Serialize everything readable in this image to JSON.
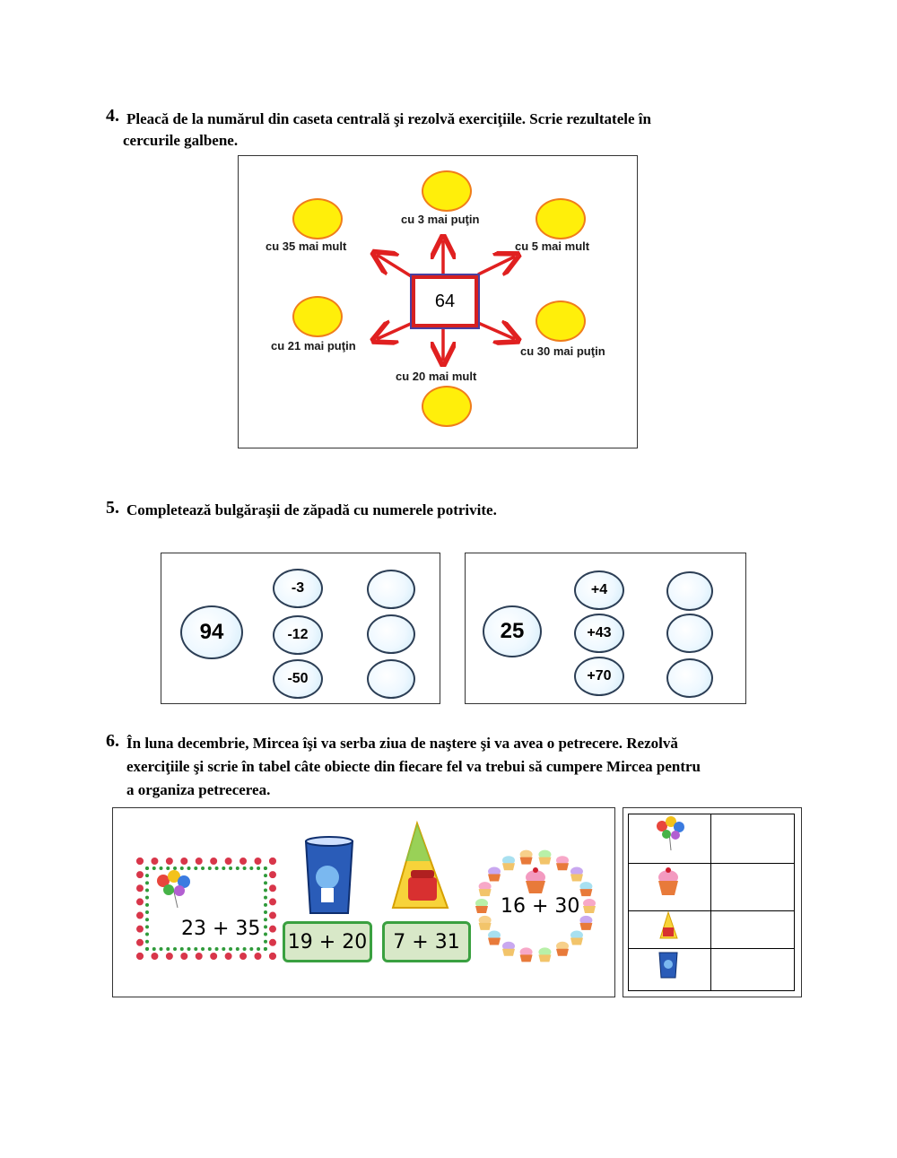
{
  "q4": {
    "number": "4.",
    "line1": "Pleacă de la numărul din caseta centrală şi rezolvă exerciţiile. Scrie rezultatele în",
    "line2": "cercurile galbene.",
    "center_value": "64",
    "labels": {
      "top": "cu 3 mai puţin",
      "top_left": "cu 35 mai mult",
      "top_right": "cu 5 mai mult",
      "bottom_left": "cu 21 mai puţin",
      "bottom_right": "cu 30 mai puţin",
      "bottom": "cu 20 mai mult"
    },
    "colors": {
      "sun_fill": "#ffef0a",
      "sun_border": "#f07d1a",
      "arrow": "#e02020",
      "center_border": "#d62020"
    }
  },
  "q5": {
    "number": "5.",
    "text": "Completează bulgăraşii de zăpadă cu numerele potrivite.",
    "left": {
      "start": "94",
      "ops": [
        "-3",
        "-12",
        "-50"
      ]
    },
    "right": {
      "start": "25",
      "ops": [
        "+4",
        "+43",
        "+70"
      ]
    },
    "colors": {
      "arrow": "#2c4a6e"
    }
  },
  "q6": {
    "number": "6.",
    "line1": "În luna decembrie, Mircea îşi va serba ziua de naştere şi va avea o petrecere. Rezolvă",
    "line2": "exerciţiile şi scrie în tabel câte obiecte din fiecare fel va trebui să cumpere Mircea pentru",
    "line3": "a organiza petrecerea.",
    "exercises": {
      "balloons": "23 + 35",
      "cups": "19 + 20",
      "hats": "7 + 31",
      "cupcakes": "16 + 30"
    },
    "table_rows": [
      {
        "icon": "balloons-icon",
        "value": ""
      },
      {
        "icon": "cupcake-icon",
        "value": ""
      },
      {
        "icon": "party-hat-icon",
        "value": ""
      },
      {
        "icon": "cup-icon",
        "value": ""
      }
    ]
  }
}
